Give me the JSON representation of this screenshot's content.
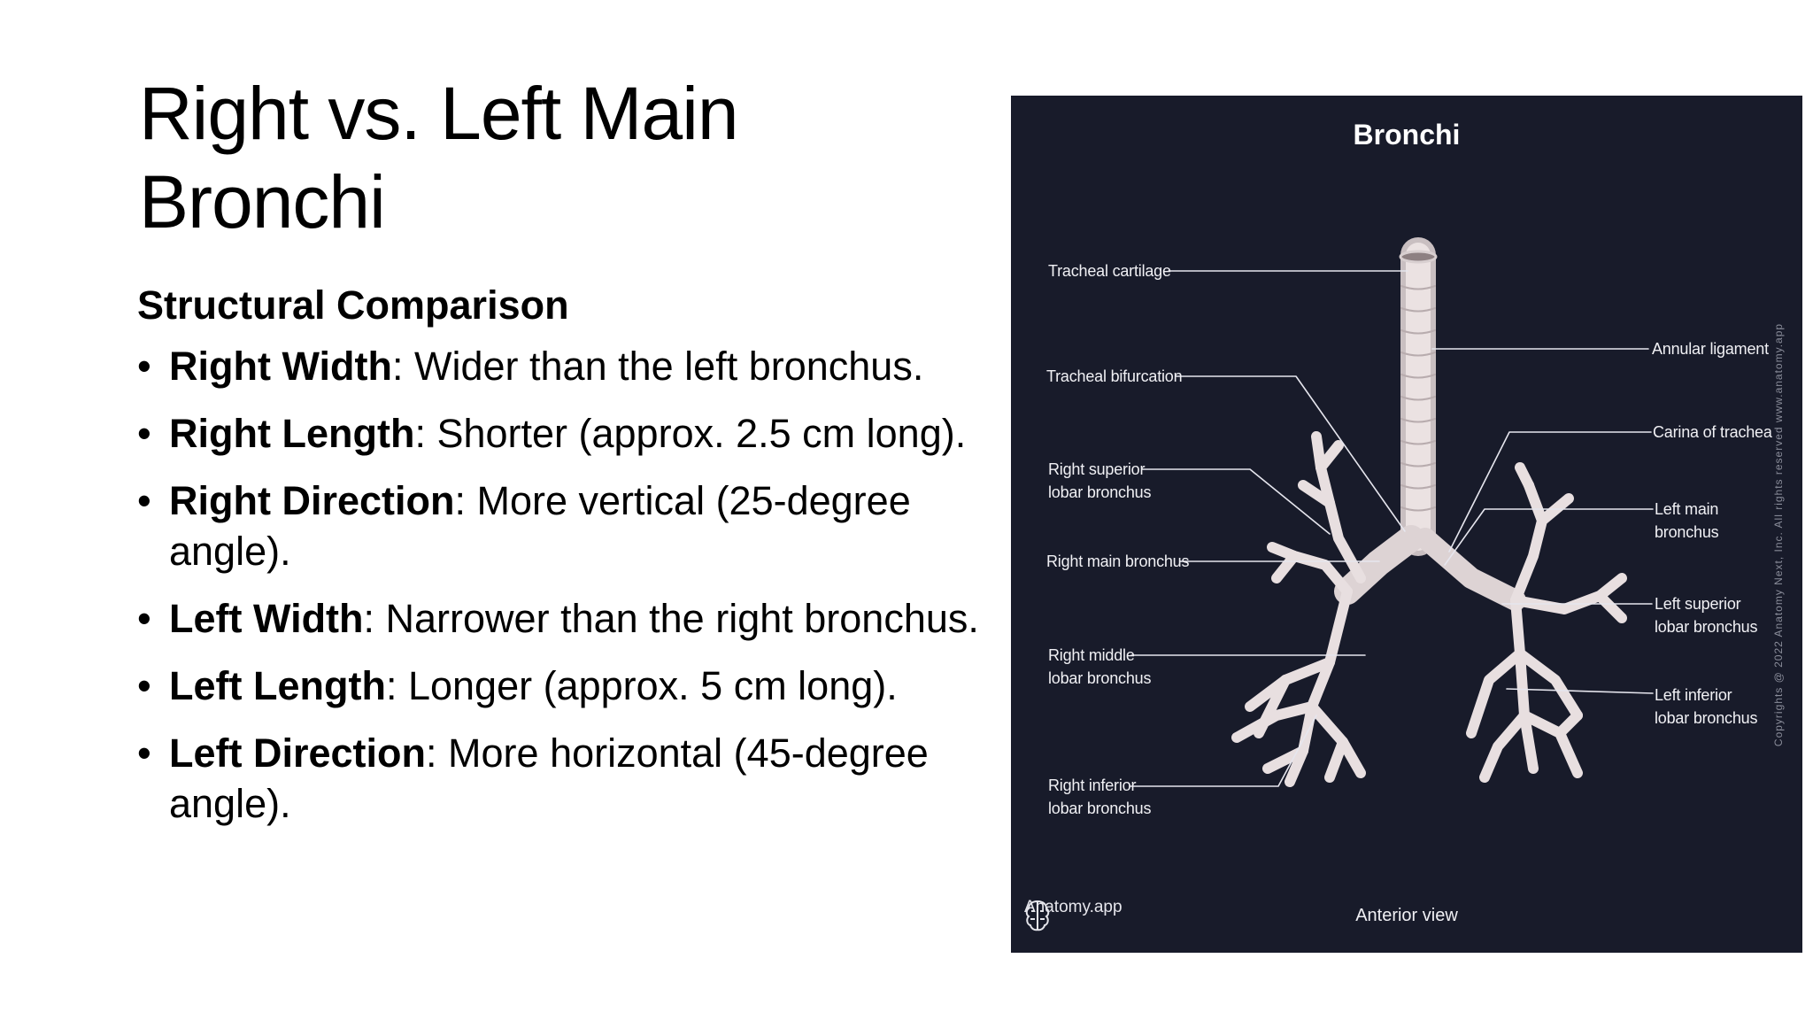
{
  "slide": {
    "title": "Right vs. Left Main Bronchi",
    "subtitle": "Structural Comparison",
    "bullets": [
      {
        "term": "Right Width",
        "text": ": Wider than the left bronchus."
      },
      {
        "term": "Right Length",
        "text": ": Shorter (approx. 2.5 cm long)."
      },
      {
        "term": "Right Direction",
        "text": ": More vertical (25-degree angle)."
      },
      {
        "term": "Left Width",
        "text": ": Narrower than the right bronchus."
      },
      {
        "term": "Left Length",
        "text": ": Longer (approx. 5 cm long)."
      },
      {
        "term": "Left Direction",
        "text": ": More horizontal (45-degree angle)."
      }
    ],
    "bullet_glyph": "•"
  },
  "figure": {
    "title": "Bronchi",
    "view": "Anterior view",
    "brand": "Anatomy.app",
    "brand_icon": "brain-icon",
    "copyright": "Copyrights @ 2022 Anatomy Next, Inc. All rights reserved www.anatomy.app",
    "background": "#181b2a",
    "labels": {
      "tracheal_cartilage": "Tracheal cartilage",
      "tracheal_bifurcation": "Tracheal bifurcation",
      "right_superior_1": "Right superior",
      "right_superior_2": "lobar bronchus",
      "right_main": "Right main bronchus",
      "right_middle_1": "Right middle",
      "right_middle_2": "lobar bronchus",
      "right_inferior_1": "Right inferior",
      "right_inferior_2": "lobar bronchus",
      "annular_ligament": "Annular ligament",
      "carina": "Carina of trachea",
      "left_main_1": "Left main",
      "left_main_2": "bronchus",
      "left_superior_1": "Left superior",
      "left_superior_2": "lobar bronchus",
      "left_inferior_1": "Left inferior",
      "left_inferior_2": "lobar bronchus"
    }
  }
}
